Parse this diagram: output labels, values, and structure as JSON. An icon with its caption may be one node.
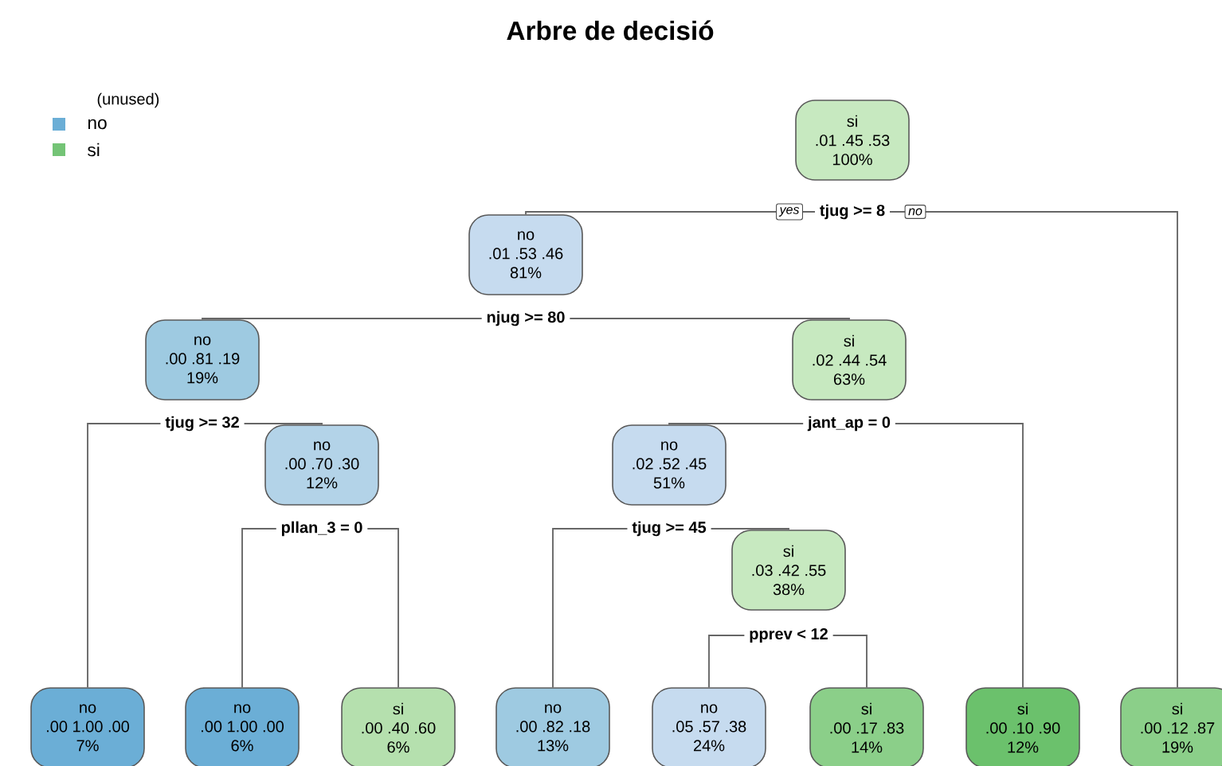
{
  "diagram": {
    "title": "Arbre de decisió",
    "nodes": [
      {
        "text": [
          "si",
          ".01 .45 .53",
          "100%"
        ]
      },
      {
        "text": [
          "tjug >= 8"
        ]
      },
      {
        "text": [
          "no",
          ".01 .53 .46",
          "81%"
        ]
      },
      {
        "text": [
          "njug >= 80"
        ]
      },
      {
        "text": [
          "no",
          ".00 .81 .19",
          "19%"
        ]
      },
      {
        "text": [
          "tjug >= 32"
        ]
      },
      {
        "text": [
          "no",
          ".00 .70 .30",
          "12%"
        ]
      },
      {
        "text": [
          "pllan_3 = 0"
        ]
      },
      {
        "text": [
          "no",
          ".00 1.00 .00",
          "7%"
        ]
      },
      {
        "text": [
          "no",
          ".00 1.00 .00",
          "6%"
        ]
      },
      {
        "text": [
          "si",
          ".00 .40 .60",
          "6%"
        ]
      },
      {
        "text": [
          "si",
          ".02 .44 .54",
          "63%"
        ]
      },
      {
        "text": [
          "jant_ap = 0"
        ]
      },
      {
        "text": [
          "no",
          ".02 .52 .45",
          "51%"
        ]
      },
      {
        "text": [
          "tjug >= 45"
        ]
      },
      {
        "text": [
          "si",
          ".03 .42 .55",
          "38%"
        ]
      },
      {
        "text": [
          "pprev < 12"
        ]
      },
      {
        "text": [
          "no",
          ".00 .82 .18",
          "13%"
        ]
      },
      {
        "text": [
          "no",
          ".05 .57 .38",
          "24%"
        ]
      },
      {
        "text": [
          "si",
          ".00 .17 .83",
          "14%"
        ]
      },
      {
        "text": [
          "si",
          ".00 .10 .90",
          "12%"
        ]
      },
      {
        "text": [
          "si",
          ".00 .12 .87",
          "19%"
        ]
      }
    ],
    "edges": [
      {
        "from": 1,
        "to": 2,
        "arrow": "none",
        "label": "yes"
      },
      {
        "from": 1,
        "to": 21,
        "arrow": "none",
        "label": "no"
      },
      {
        "from": 3,
        "to": 4,
        "arrow": "none"
      },
      {
        "from": 3,
        "to": 11,
        "arrow": "none"
      },
      {
        "from": 5,
        "to": 8,
        "arrow": "none"
      },
      {
        "from": 5,
        "to": 6,
        "arrow": "none"
      },
      {
        "from": 7,
        "to": 9,
        "arrow": "none"
      },
      {
        "from": 7,
        "to": 10,
        "arrow": "none"
      },
      {
        "from": 12,
        "to": 13,
        "arrow": "none"
      },
      {
        "from": 12,
        "to": 20,
        "arrow": "none"
      },
      {
        "from": 14,
        "to": 17,
        "arrow": "none"
      },
      {
        "from": 14,
        "to": 15,
        "arrow": "none"
      },
      {
        "from": 16,
        "to": 18,
        "arrow": "none"
      },
      {
        "from": 16,
        "to": 19,
        "arrow": "none"
      }
    ],
    "labels": [
      "(unused)"
    ],
    "legend": [
      {
        "text": "no",
        "color": "#6baed6"
      },
      {
        "text": "si",
        "color": "#74c476"
      }
    ]
  }
}
